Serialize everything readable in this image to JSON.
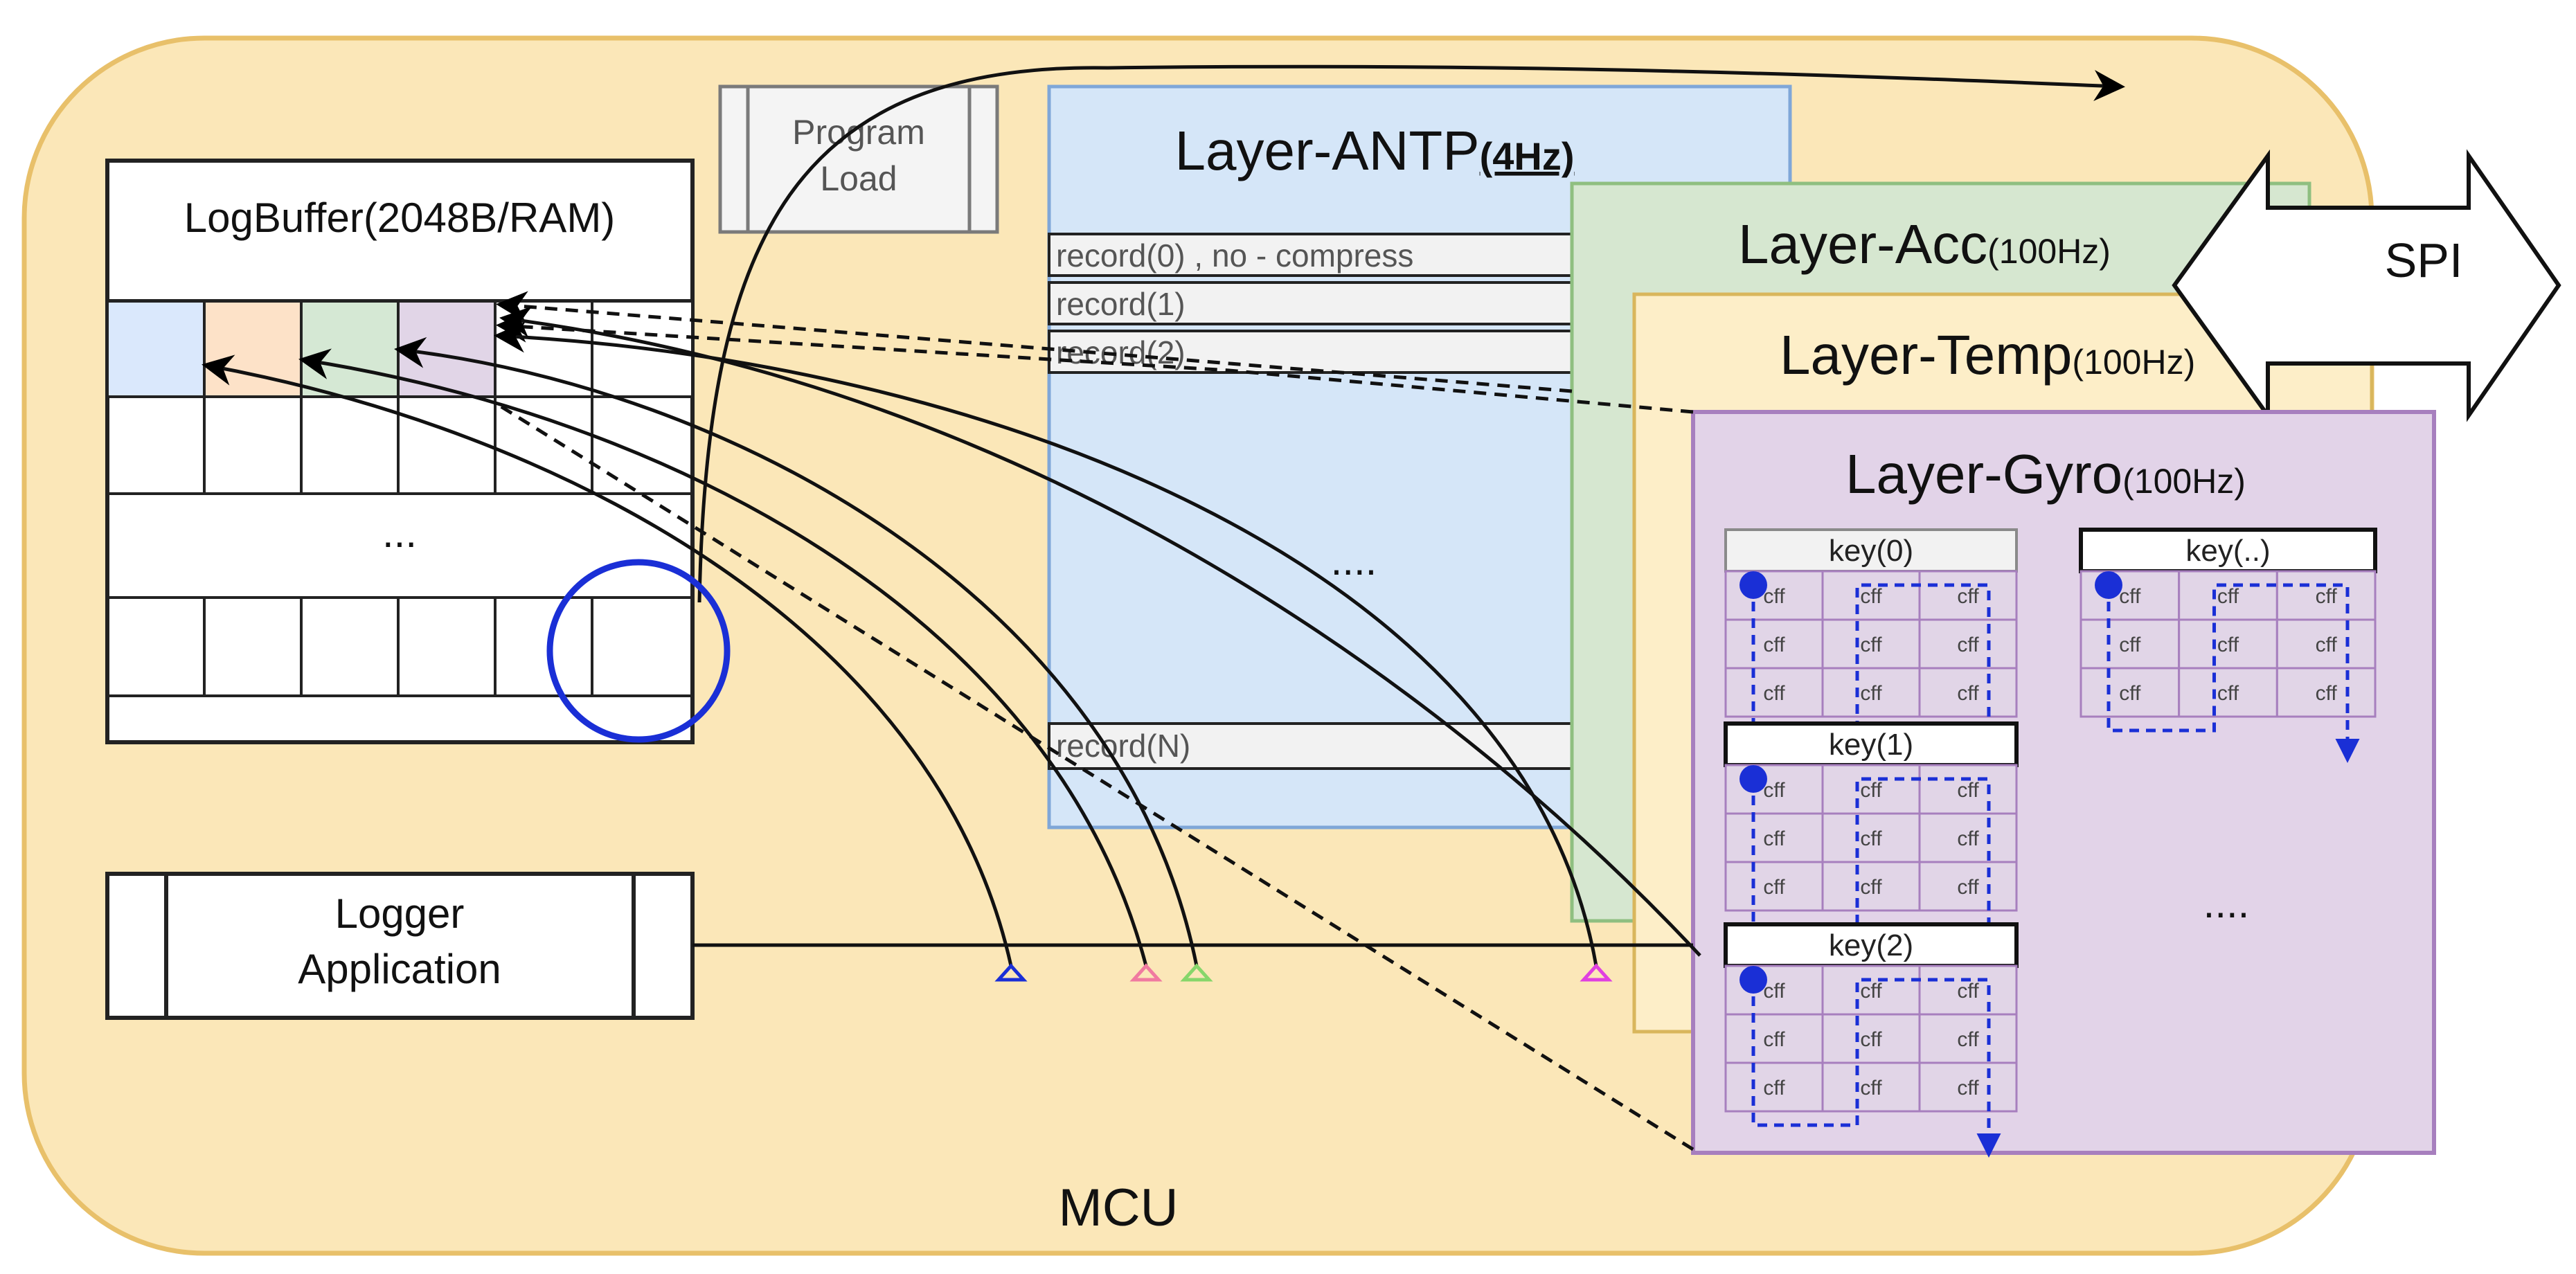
{
  "colors": {
    "mcu_fill": "#fbe7b8",
    "mcu_stroke": "#e8c06a",
    "antp_fill": "#d5e6f8",
    "antp_stroke": "#7fa7d8",
    "acc_fill": "#d6e7d0",
    "acc_stroke": "#8fbf80",
    "temp_fill": "#fdeec8",
    "temp_stroke": "#d9b65c",
    "gyro_fill": "#e2d3e8",
    "gyro_stroke": "#a77fbe",
    "cell_blue": "#dae8fc",
    "cell_orange": "#fde2c8",
    "cell_green": "#d5e8d4",
    "cell_purple": "#e1d5e7",
    "dashed_blue": "#1a2fd6",
    "triangle_blue": "#1a2fd6",
    "triangle_pink": "#f07aa0",
    "triangle_green": "#86d66a",
    "triangle_magenta": "#e040e0",
    "highlight_circle": "#1a2fd6"
  },
  "mcu": {
    "label": "MCU"
  },
  "log_buffer": {
    "title": "LogBuffer(2048B/RAM)",
    "ellipsis": "..."
  },
  "program_load": {
    "line1": "Program",
    "line2": "Load"
  },
  "logger_app": {
    "line1": "Logger",
    "line2": "Application"
  },
  "layer_antp": {
    "title": "Layer-ANTP",
    "rate": "(4Hz)",
    "records": [
      "record(0) , no - compress",
      "record(1)",
      "record(2)"
    ],
    "ellipsis": "....",
    "last_record": "record(N)"
  },
  "layer_acc": {
    "title": "Layer-Acc",
    "rate": "(100Hz)"
  },
  "layer_temp": {
    "title": "Layer-Temp",
    "rate": "(100Hz)"
  },
  "layer_gyro": {
    "title": "Layer-Gyro",
    "rate": "(100Hz)",
    "keys": [
      "key(0)",
      "key(1)",
      "key(2)"
    ],
    "key_extra": "key(..)",
    "cell_text": "cff",
    "ellipsis": "...."
  },
  "spi": {
    "label": "SPI"
  }
}
